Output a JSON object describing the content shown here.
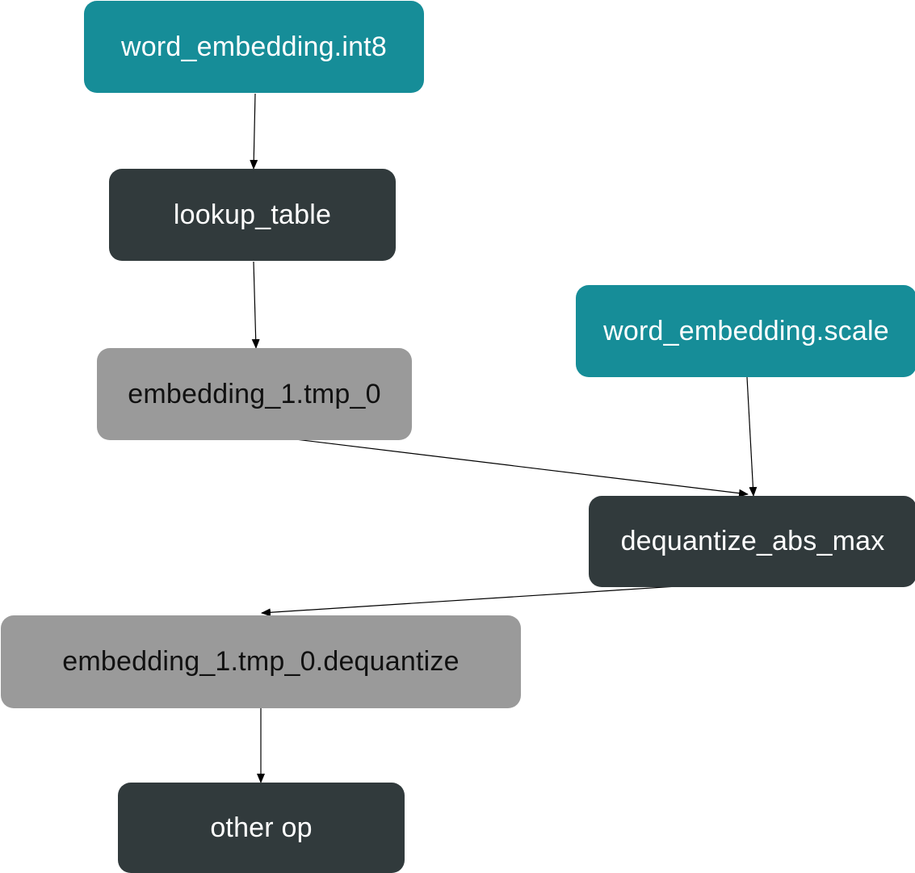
{
  "colors": {
    "parameter_node": "#168d98",
    "operator_node": "#313a3c",
    "variable_node": "#9a9a9a",
    "edge": "#000000"
  },
  "nodes": {
    "word_embedding_int8": {
      "label": "word_embedding.int8",
      "kind": "parameter"
    },
    "lookup_table": {
      "label": "lookup_table",
      "kind": "operator"
    },
    "word_embedding_scale": {
      "label": "word_embedding.scale",
      "kind": "parameter"
    },
    "embedding_tmp": {
      "label": "embedding_1.tmp_0",
      "kind": "variable"
    },
    "dequantize_abs_max": {
      "label": "dequantize_abs_max",
      "kind": "operator"
    },
    "embedding_dequantize": {
      "label": "embedding_1.tmp_0.dequantize",
      "kind": "variable"
    },
    "other_op": {
      "label": "other op",
      "kind": "operator"
    }
  },
  "edges": [
    {
      "from": "word_embedding.int8",
      "to": "lookup_table"
    },
    {
      "from": "lookup_table",
      "to": "embedding_1.tmp_0"
    },
    {
      "from": "embedding_1.tmp_0",
      "to": "dequantize_abs_max"
    },
    {
      "from": "word_embedding.scale",
      "to": "dequantize_abs_max"
    },
    {
      "from": "dequantize_abs_max",
      "to": "embedding_1.tmp_0.dequantize"
    },
    {
      "from": "embedding_1.tmp_0.dequantize",
      "to": "other op"
    }
  ]
}
